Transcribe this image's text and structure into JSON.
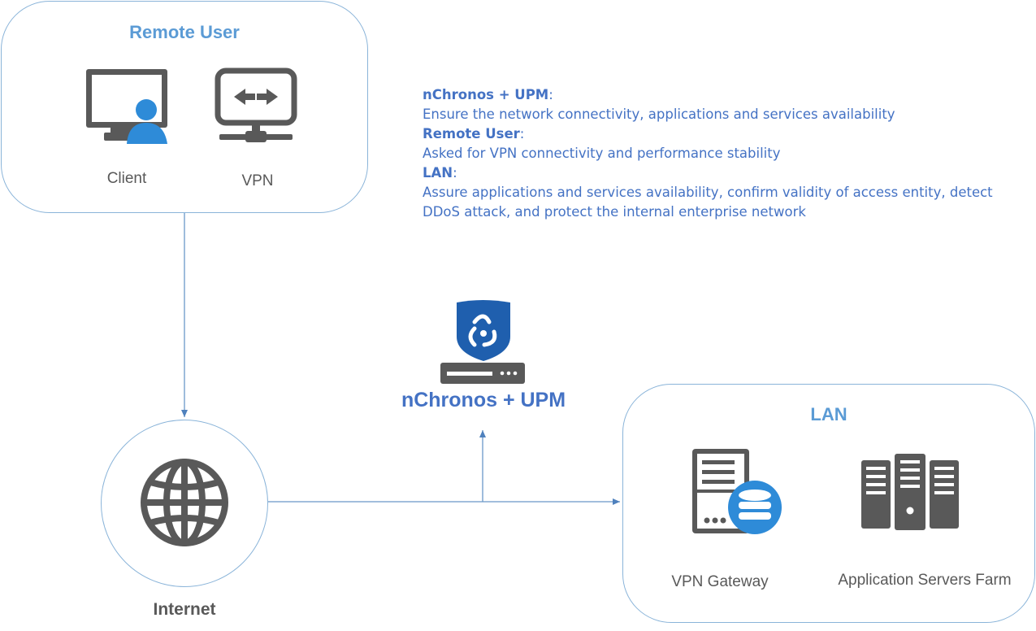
{
  "remote_user": {
    "title": "Remote User",
    "client_label": "Client",
    "vpn_label": "VPN"
  },
  "internet": {
    "label": "Internet"
  },
  "center": {
    "title": "nChronos + UPM"
  },
  "lan": {
    "title": "LAN",
    "gateway_label": "VPN Gateway",
    "servers_label": "Application Servers Farm"
  },
  "notes": {
    "upm_head": "nChronos + UPM",
    "upm_text": "Ensure the network connectivity, applications and services availability",
    "remote_head": "Remote User",
    "remote_text": "Asked for VPN connectivity and performance stability",
    "lan_head": "LAN",
    "lan_text_1": "Assure applications and services availability,  confirm validity of access entity, detect",
    "lan_text_2": "DDoS attack, and protect the internal enterprise network",
    "colon": ":"
  },
  "colors": {
    "border": "#8ab4d9",
    "title": "#5b9bd5",
    "accent_blue": "#2e8bd8",
    "icon_gray": "#595959",
    "shield": "#1f5fae"
  },
  "icons": [
    "monitor-user-icon",
    "vpn-icon",
    "globe-icon",
    "shield-appliance-icon",
    "server-database-icon",
    "server-farm-icon"
  ]
}
